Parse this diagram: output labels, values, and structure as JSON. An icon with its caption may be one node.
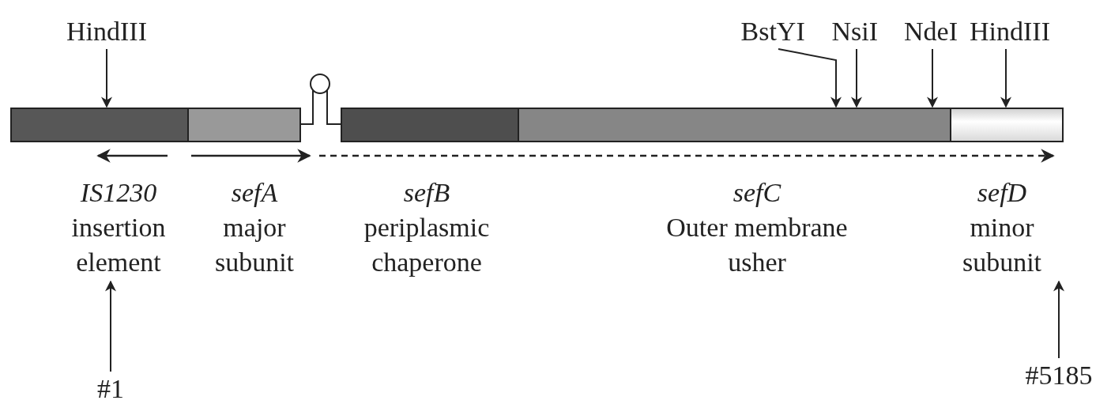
{
  "diagram": {
    "nodes": [
      {
        "text": [
          "HindIII"
        ]
      },
      {
        "text": [],
        "shape": "bar"
      },
      {
        "text": [],
        "shape": "bar"
      },
      {
        "text": [],
        "shape": "loop"
      },
      {
        "text": [],
        "shape": "bar"
      },
      {
        "text": [],
        "shape": "bar"
      },
      {
        "text": [],
        "shape": "bar"
      },
      {
        "text": [
          "BstYI"
        ]
      },
      {
        "text": [
          "NsiI"
        ]
      },
      {
        "text": [
          "NdeI"
        ]
      },
      {
        "text": [
          "HindIII"
        ]
      },
      {
        "text": [
          "IS1230",
          "insertion element"
        ]
      },
      {
        "text": [
          "sefA",
          "major subunit"
        ]
      },
      {
        "text": [
          "sefB",
          "periplasmic chaperone"
        ]
      },
      {
        "text": [
          "sefC",
          "Outer membrane usher"
        ]
      },
      {
        "text": [
          "sefD",
          "minor subunit"
        ]
      },
      {
        "text": [
          "#1"
        ]
      },
      {
        "text": [
          "#5185"
        ]
      }
    ],
    "edges": [
      {
        "from": 0,
        "to": 1,
        "arrow": "to"
      },
      {
        "from": 2,
        "to": 3,
        "arrow": "none"
      },
      {
        "from": 3,
        "to": 4,
        "arrow": "none"
      },
      {
        "from": 7,
        "to": 5,
        "arrow": "to"
      },
      {
        "from": 8,
        "to": 5,
        "arrow": "to"
      },
      {
        "from": 9,
        "to": 5,
        "arrow": "to"
      },
      {
        "from": 10,
        "to": 6,
        "arrow": "to"
      },
      {
        "from": 16,
        "to": 11,
        "arrow": "to"
      },
      {
        "from": 17,
        "to": 15,
        "arrow": "to"
      }
    ]
  }
}
